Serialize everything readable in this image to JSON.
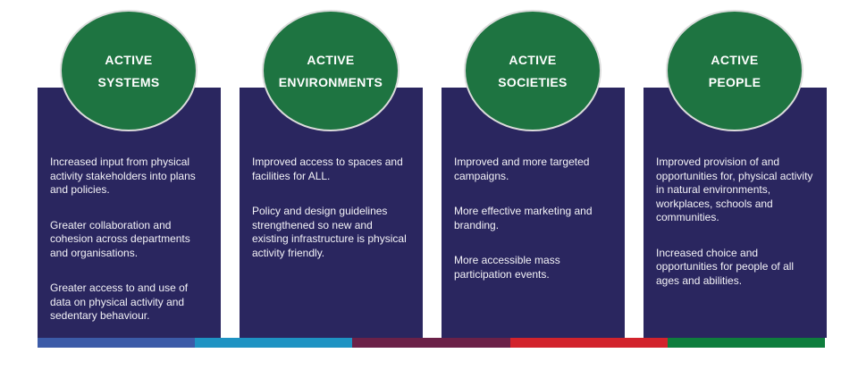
{
  "page": {
    "background": "#ffffff",
    "panel_color": "#2A265F",
    "circle_color": "#1E7441",
    "circle_border_color": "#DCDCDC",
    "text_color": "#F3F2F7"
  },
  "columns": [
    {
      "title_line1": "ACTIVE",
      "title_line2": "SYSTEMS",
      "paragraphs": [
        "Increased input from physical activity stakeholders into plans and policies.",
        "Greater collaboration and cohesion across departments and organisations.",
        "Greater access to and use of data on physical activity and sedentary behaviour."
      ]
    },
    {
      "title_line1": "ACTIVE",
      "title_line2": "ENVIRONMENTS",
      "paragraphs": [
        "Improved access to spaces and facilities for ALL.",
        "Policy and design guidelines strengthened so new and existing infrastructure is physical activity friendly."
      ]
    },
    {
      "title_line1": "ACTIVE",
      "title_line2": "SOCIETIES",
      "paragraphs": [
        "Improved and more targeted campaigns.",
        "More effective marketing and branding.",
        "More accessible mass participation events."
      ]
    },
    {
      "title_line1": "ACTIVE",
      "title_line2": "PEOPLE",
      "paragraphs": [
        "Improved provision of and opportunities for, physical activity in natural environments, workplaces, schools and communities.",
        "Increased choice and opportunities for people of all ages and abilities."
      ]
    }
  ],
  "footer_bar": {
    "segments": [
      {
        "name": "royal-blue",
        "color": "#3C5BA8"
      },
      {
        "name": "cyan-blue",
        "color": "#1E93C3"
      },
      {
        "name": "maroon",
        "color": "#6B2148"
      },
      {
        "name": "red",
        "color": "#D2232C"
      },
      {
        "name": "green",
        "color": "#0E7E3D"
      }
    ]
  }
}
